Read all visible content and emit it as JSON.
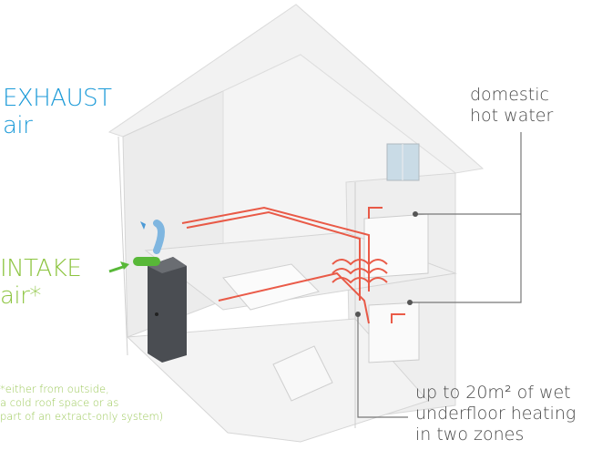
{
  "labels": {
    "exhaust_line1": "EXHAUST",
    "exhaust_line2": "air",
    "intake_line1": "INTAKE",
    "intake_line2": "air*",
    "footnote": [
      "*either from outside,",
      "a cold roof space or as",
      "part of an extract-only system)"
    ],
    "hot_water": [
      "domestic",
      "hot water"
    ],
    "underfloor": [
      "up to 20m² of wet",
      "underfloor heating",
      "in two zones"
    ]
  },
  "colors": {
    "exhaust": "#1b9ad8",
    "intake": "#8cc43f",
    "pipe_hot": "#e8402a",
    "unit": "#4a4d52",
    "callout_line": "#777777"
  }
}
